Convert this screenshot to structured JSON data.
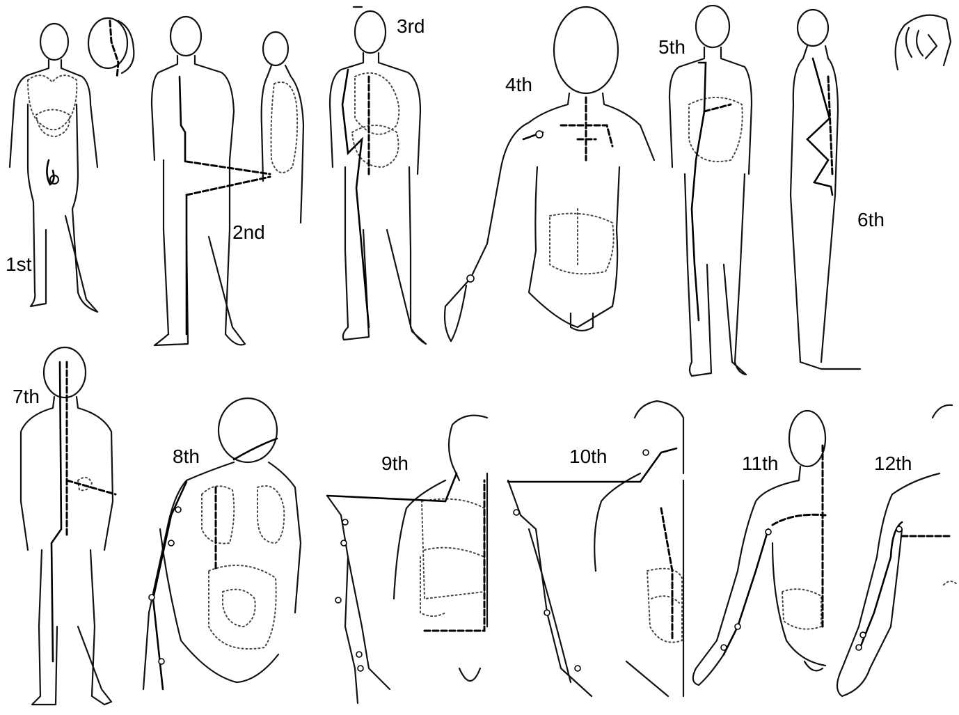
{
  "labels": {
    "m1": "1st",
    "m2": "2nd",
    "m3": "3rd",
    "m4": "4th",
    "m5": "5th",
    "m6": "6th",
    "m7": "7th",
    "m8": "8th",
    "m9": "9th",
    "m10": "10th",
    "m11": "11th",
    "m12": "12th"
  },
  "colors": {
    "line": "#111111",
    "organ_dots": "#444444",
    "background": "#ffffff"
  }
}
